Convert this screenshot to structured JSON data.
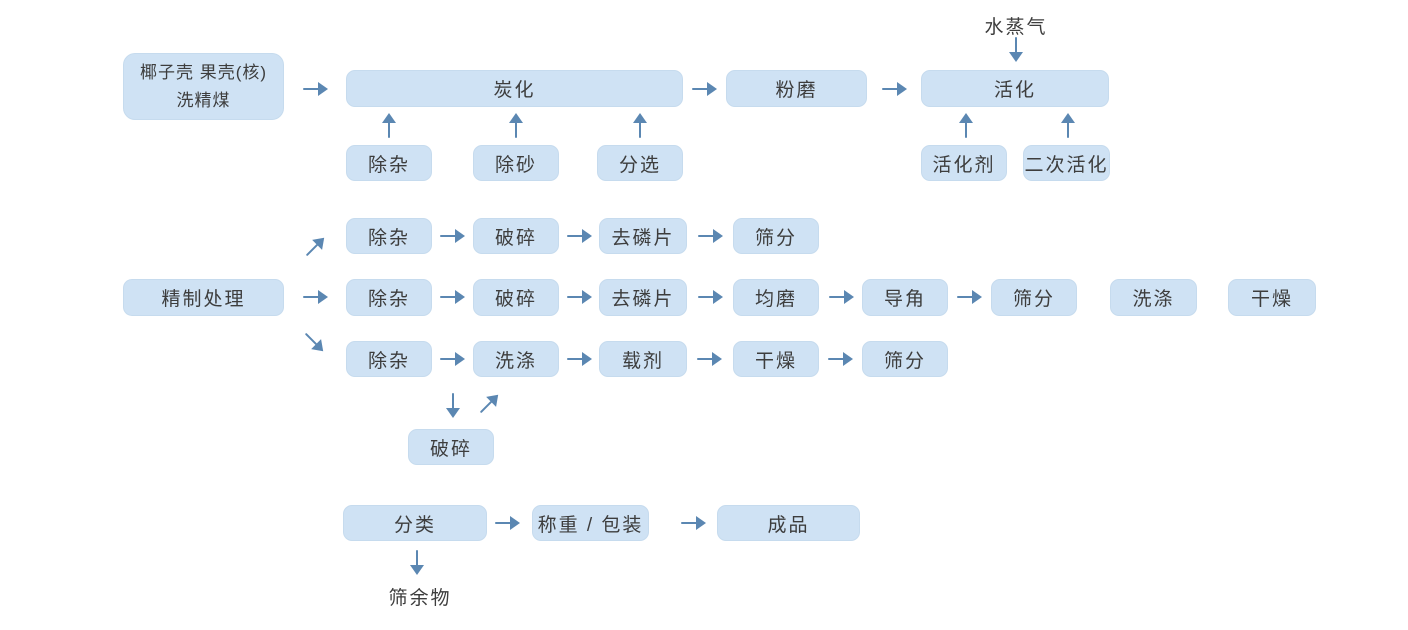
{
  "diagram": {
    "colors": {
      "box_fill": "#cfe2f4",
      "arrow": "#5b87b2",
      "text": "#3d3d3d"
    },
    "stage1": {
      "source_line1": "椰子壳  果壳(核)",
      "source_line2": "洗精煤",
      "carbonize": "炭化",
      "grind": "粉磨",
      "activate": "活化",
      "steam": "水蒸气",
      "carbonize_inputs": [
        "除杂",
        "除砂",
        "分选"
      ],
      "activate_inputs": [
        "活化剂",
        "二次活化"
      ]
    },
    "refining": {
      "label": "精制处理",
      "row1": [
        "除杂",
        "破碎",
        "去磷片",
        "筛分"
      ],
      "row2": [
        "除杂",
        "破碎",
        "去磷片",
        "均磨",
        "导角",
        "筛分",
        "洗涤",
        "干燥"
      ],
      "row3": [
        "除杂",
        "洗涤",
        "载剂",
        "干燥",
        "筛分"
      ],
      "recrush": "破碎"
    },
    "packaging": {
      "classify": "分类",
      "weigh_pack": "称重 / 包装",
      "finished": "成品",
      "residue": "筛余物"
    }
  }
}
